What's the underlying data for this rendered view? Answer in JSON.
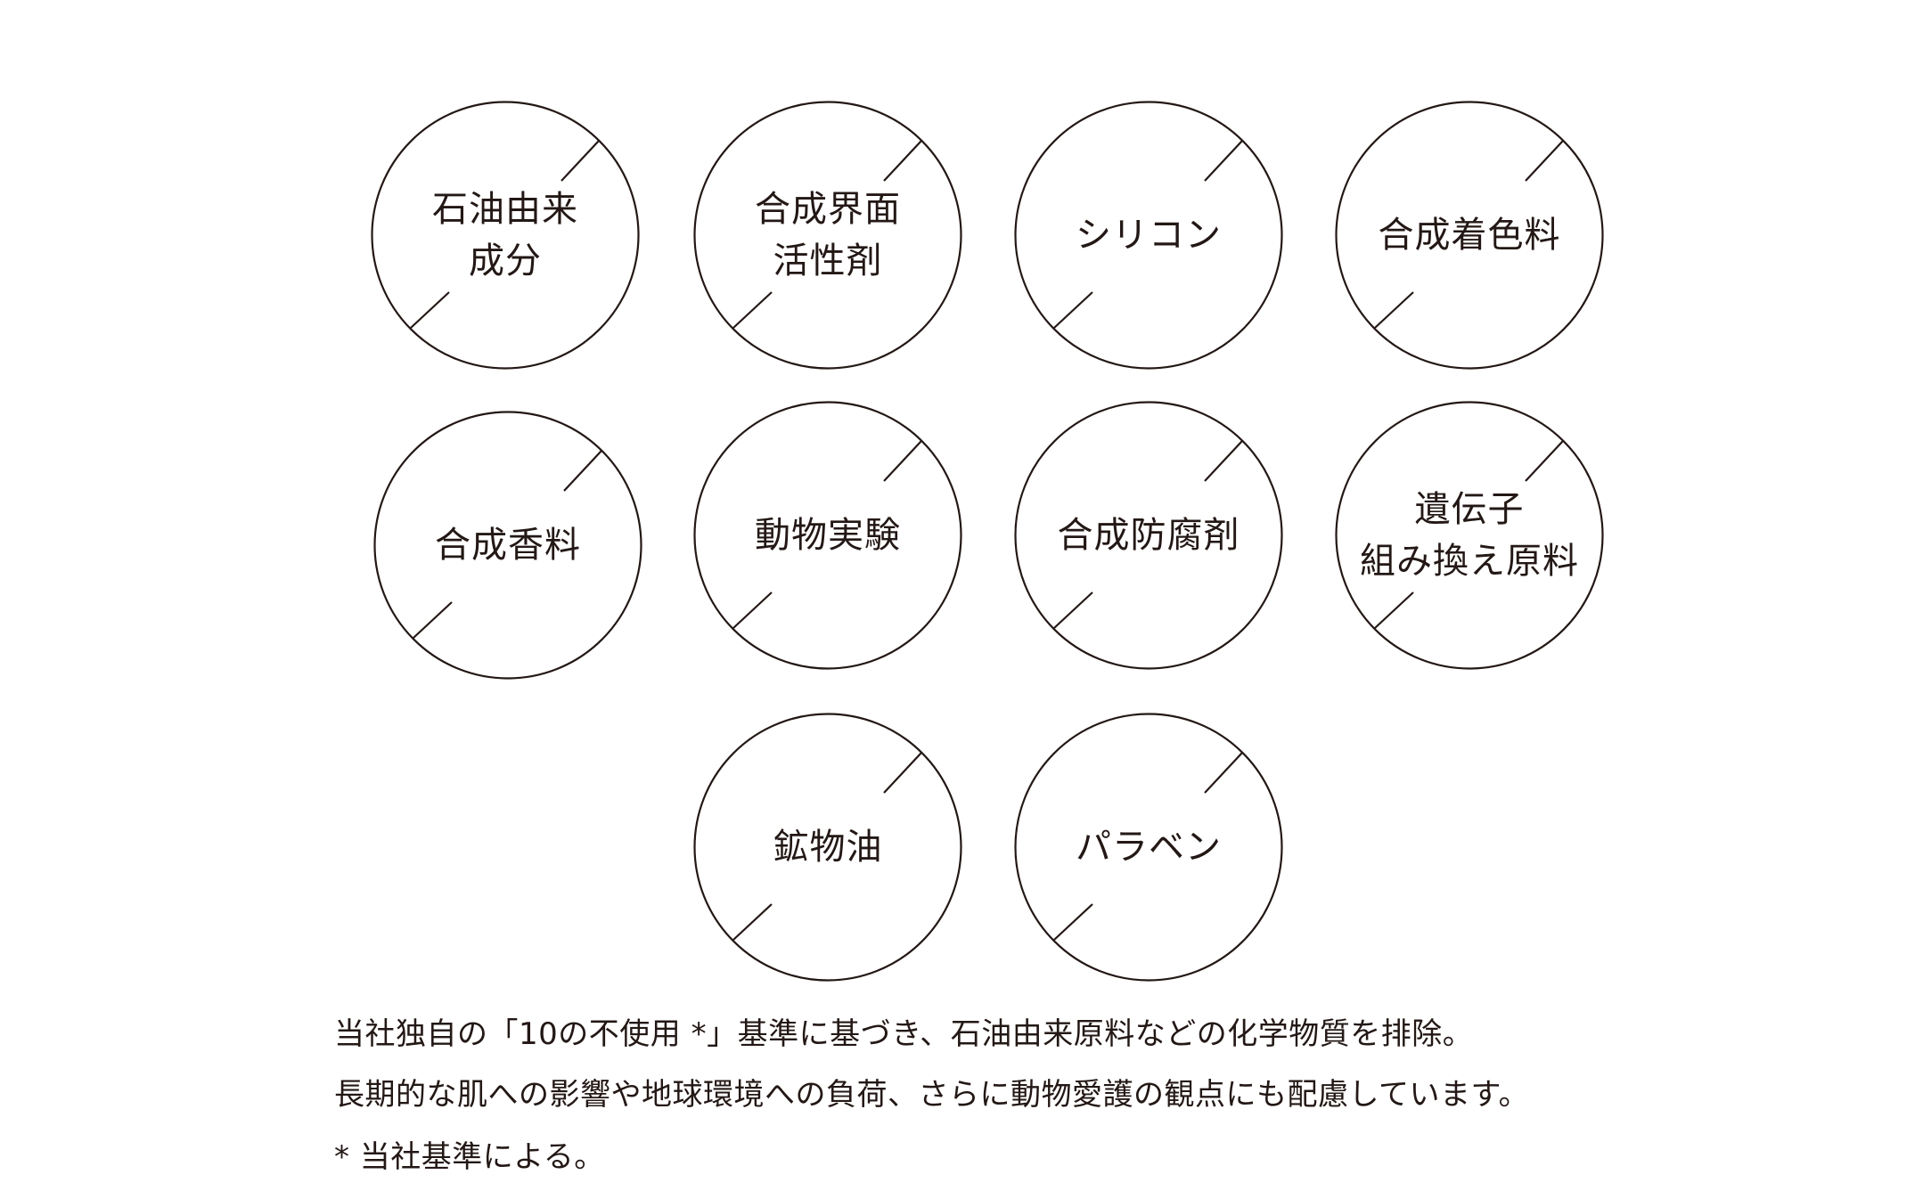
{
  "colors": {
    "ink": "#231815",
    "background": "#ffffff"
  },
  "badges": [
    {
      "lines": [
        "石油由来",
        "成分"
      ],
      "icon": "prohibited-slash-circle"
    },
    {
      "lines": [
        "合成界面",
        "活性剤"
      ],
      "icon": "prohibited-slash-circle"
    },
    {
      "lines": [
        "シリコン"
      ],
      "icon": "prohibited-slash-circle"
    },
    {
      "lines": [
        "合成着色料"
      ],
      "icon": "prohibited-slash-circle"
    },
    {
      "lines": [
        "合成香料"
      ],
      "icon": "prohibited-slash-circle"
    },
    {
      "lines": [
        "動物実験"
      ],
      "icon": "prohibited-slash-circle"
    },
    {
      "lines": [
        "合成防腐剤"
      ],
      "icon": "prohibited-slash-circle"
    },
    {
      "lines": [
        "遺伝子",
        "組み換え原料"
      ],
      "icon": "prohibited-slash-circle"
    },
    {
      "lines": [
        "鉱物油"
      ],
      "icon": "prohibited-slash-circle"
    },
    {
      "lines": [
        "パラベン"
      ],
      "icon": "prohibited-slash-circle"
    }
  ],
  "notes": [
    "当社独自の「10の不使用 *」基準に基づき、石油由来原料などの化学物質を排除。",
    "長期的な肌への影響や地球環境への負荷、さらに動物愛護の観点にも配慮しています。",
    "* 当社基準による。"
  ]
}
